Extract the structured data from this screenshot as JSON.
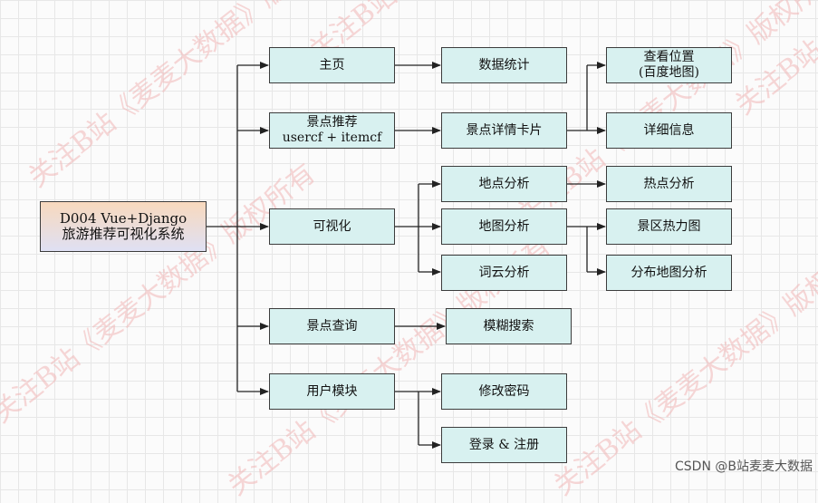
{
  "diagram": {
    "root": {
      "line1": "D004 Vue+Django",
      "line2": "旅游推荐可视化系统"
    },
    "modules": {
      "home": "主页",
      "recommend": {
        "line1": "景点推荐",
        "line2": "usercf + itemcf"
      },
      "visual": "可视化",
      "query": "景点查询",
      "user": "用户模块"
    },
    "level2": {
      "stats": "数据统计",
      "detail_card": "景点详情卡片",
      "place_analysis": "地点分析",
      "map_analysis": "地图分析",
      "wordcloud": "词云分析",
      "fuzzy_search": "模糊搜索",
      "change_password": "修改密码",
      "login_register": "登录 & 注册"
    },
    "level3": {
      "view_location": {
        "line1": "查看位置",
        "line2": "(百度地图)"
      },
      "detail_info": "详细信息",
      "hotspot": "热点分析",
      "heatmap": "景区热力图",
      "distribution_map": "分布地图分析"
    }
  },
  "watermark": "关注B站《麦麦大数据》版权所有",
  "credit": "CSDN @B站麦麦大数据"
}
